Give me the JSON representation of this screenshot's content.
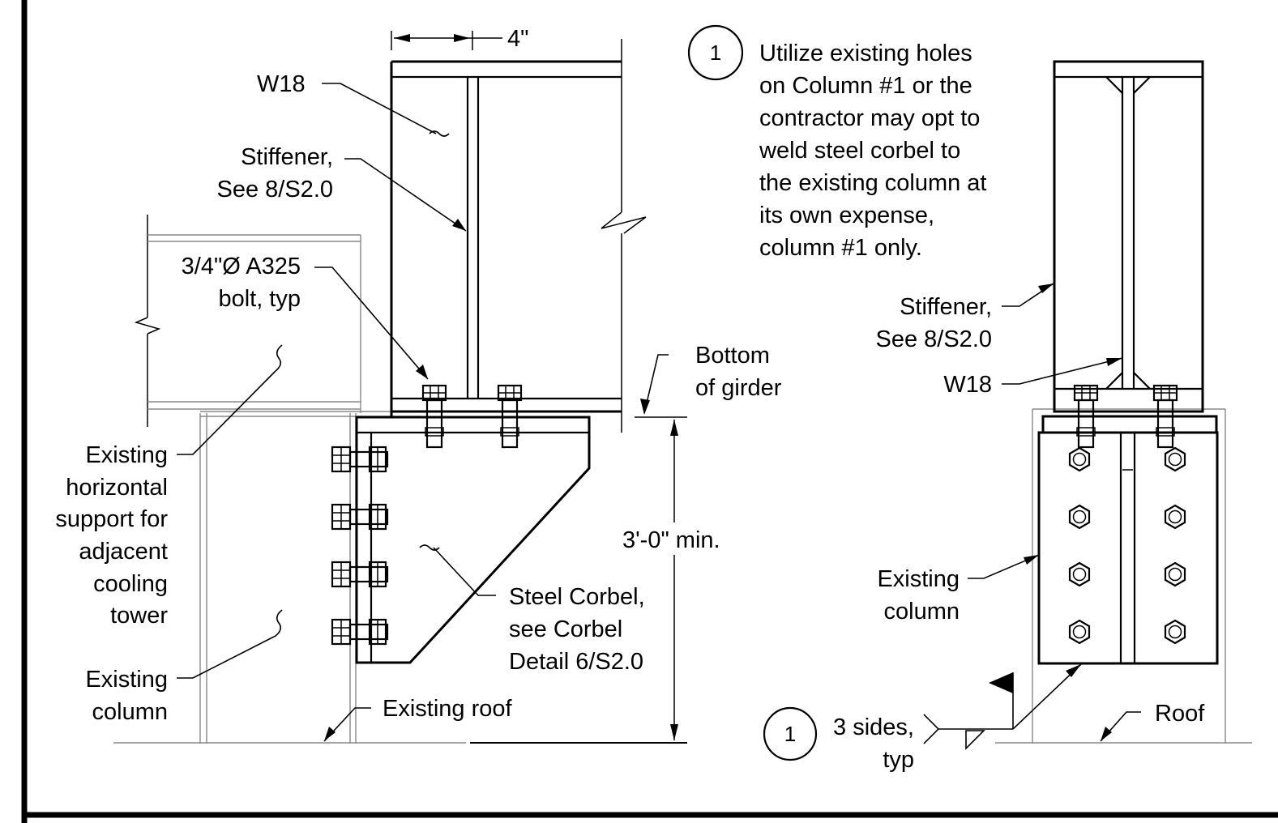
{
  "left_detail": {
    "dim_4in": "4\"",
    "w18": "W18",
    "stiffener": [
      "Stiffener,",
      "See 8/S2.0"
    ],
    "bolt": [
      "3/4\"Ø A325",
      "bolt, typ"
    ],
    "bottom_of_girder": [
      "Bottom",
      "of girder"
    ],
    "horizontal_support": [
      "Existing",
      "horizontal",
      "support for",
      "adjacent",
      "cooling",
      "tower"
    ],
    "dim_3ft": "3'-0\" min.",
    "corbel": [
      "Steel Corbel,",
      "see Corbel",
      "Detail 6/S2.0"
    ],
    "existing_column": [
      "Existing",
      "column"
    ],
    "existing_roof": "Existing roof"
  },
  "right_detail": {
    "note_number": "1",
    "note": [
      "Utilize existing holes",
      "on Column #1 or the",
      "contractor may opt to",
      "weld steel corbel to",
      "the existing column at",
      "its own expense,",
      "column #1 only."
    ],
    "stiffener": [
      "Stiffener,",
      "See 8/S2.0"
    ],
    "w18": "W18",
    "existing_column": [
      "Existing",
      "column"
    ],
    "weld_number": "1",
    "weld": [
      "3 sides,",
      "typ"
    ],
    "roof": "Roof"
  }
}
